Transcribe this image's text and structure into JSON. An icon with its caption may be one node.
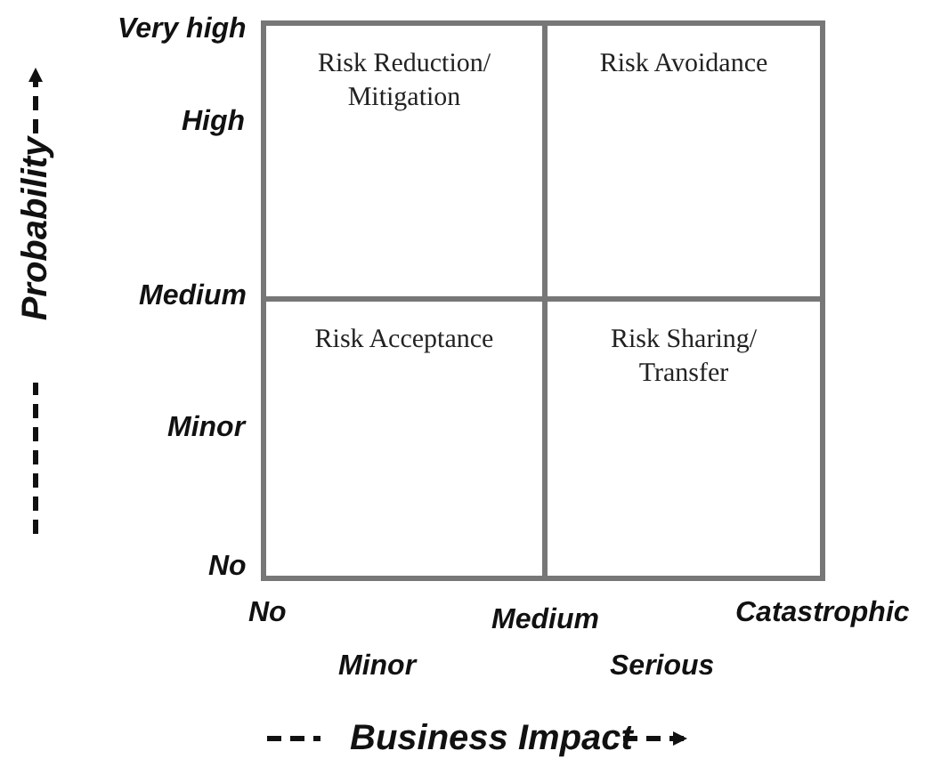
{
  "diagram": {
    "nodes": [
      {
        "text": [
          "Risk Reduction/ Mitigation"
        ]
      },
      {
        "text": [
          "Risk Avoidance"
        ]
      },
      {
        "text": [
          "Risk Acceptance"
        ]
      },
      {
        "text": [
          "Risk Sharing/ Transfer"
        ]
      }
    ],
    "labels": [
      "Very high",
      "High",
      "Medium",
      "Minor",
      "No",
      "Probability",
      "No",
      "Medium",
      "Catastrophic",
      "Minor",
      "Serious",
      "Business Impact"
    ]
  }
}
